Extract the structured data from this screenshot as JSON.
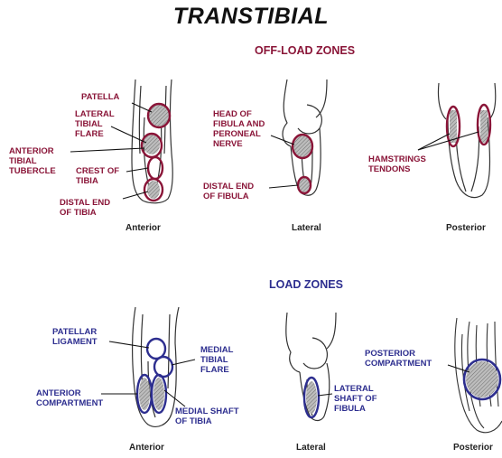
{
  "title": "TRANSTIBIAL",
  "sections": {
    "offload": "OFF-LOAD ZONES",
    "load": "LOAD ZONES"
  },
  "offload_labels": {
    "patella": "PATELLA",
    "lateral_tibial_flare": "LATERAL\nTIBIAL\nFLARE",
    "anterior_tibial_tubercle": "ANTERIOR\nTIBIAL\nTUBERCLE",
    "crest_of_tibia": "CREST OF\nTIBIA",
    "distal_end_of_tibia": "DISTAL END\nOF TIBIA",
    "head_of_fibula": "HEAD OF\nFIBULA AND\nPERONEAL\nNERVE",
    "distal_end_of_fibula": "DISTAL END\nOF FIBULA",
    "hamstrings_tendons": "HAMSTRINGS\nTENDONS"
  },
  "load_labels": {
    "patellar_ligament": "PATELLAR\nLIGAMENT",
    "medial_tibial_flare": "MEDIAL\nTIBIAL\nFLARE",
    "anterior_compartment": "ANTERIOR\nCOMPARTMENT",
    "medial_shaft_of_tibia": "MEDIAL SHAFT\nOF TIBIA",
    "lateral_shaft_of_fibula": "LATERAL\nSHAFT OF\nFIBULA",
    "posterior_compartment": "POSTERIOR\nCOMPARTMENT"
  },
  "views": {
    "anterior": "Anterior",
    "lateral": "Lateral",
    "posterior": "Posterior"
  },
  "colors": {
    "offload": "#8a1538",
    "load": "#2d2e8f",
    "outline": "#333333",
    "shade": "#9a9a9a"
  }
}
